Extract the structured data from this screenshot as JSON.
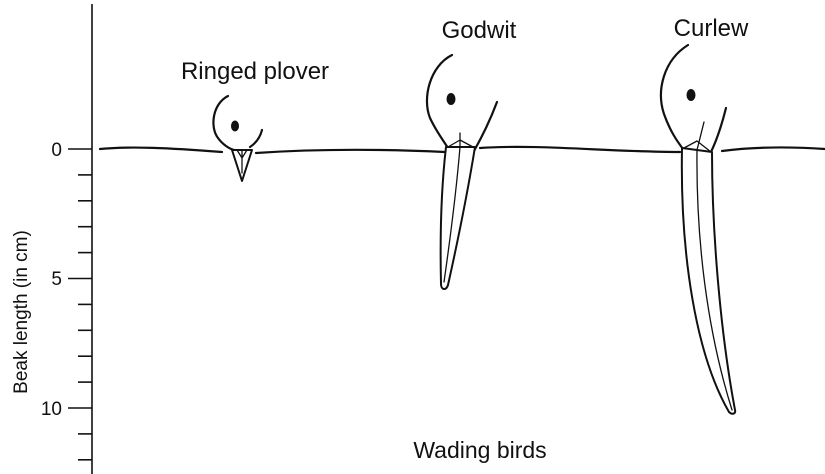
{
  "axis": {
    "label": "Beak length (in cm)",
    "tick_labels": [
      "0",
      "5",
      "10"
    ],
    "major_ticks_cm": [
      0,
      5,
      10
    ],
    "minor_step_cm": 1,
    "range_cm": [
      0,
      12
    ]
  },
  "birds": [
    {
      "name": "Ringed plover"
    },
    {
      "name": "Godwit"
    },
    {
      "name": "Curlew"
    }
  ],
  "caption": "Wading birds"
}
